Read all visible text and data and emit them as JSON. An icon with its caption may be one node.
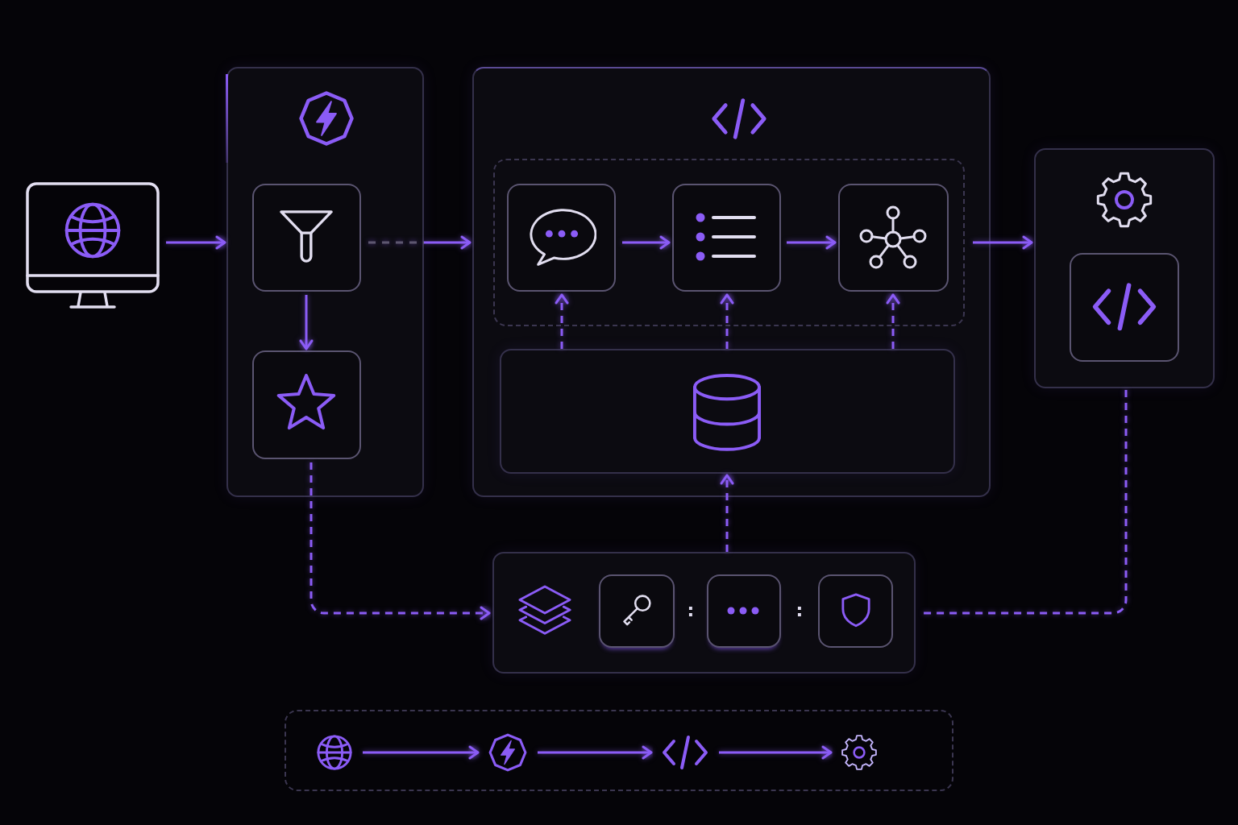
{
  "diagram": {
    "nodes": [
      {
        "text": [],
        "shape": "picture"
      },
      {
        "text": [],
        "shape": "box"
      },
      {
        "text": [],
        "shape": "box",
        "in": 1
      },
      {
        "text": [],
        "shape": "box",
        "in": 1
      },
      {
        "text": [],
        "shape": "box"
      },
      {
        "text": [],
        "shape": "box",
        "in": 4
      },
      {
        "text": [],
        "shape": "box",
        "in": 5
      },
      {
        "text": [],
        "shape": "box",
        "in": 5
      },
      {
        "text": [],
        "shape": "box",
        "in": 5
      },
      {
        "text": [],
        "shape": "box",
        "in": 4
      },
      {
        "text": [],
        "shape": "box"
      },
      {
        "text": [],
        "shape": "box",
        "in": 10
      },
      {
        "text": [],
        "shape": "box"
      },
      {
        "text": [],
        "shape": "box",
        "in": 12
      },
      {
        "text": [],
        "shape": "box",
        "in": 12
      },
      {
        "text": [],
        "shape": "box",
        "in": 12
      },
      {
        "text": [],
        "shape": "box"
      },
      {
        "text": [],
        "shape": "picture",
        "in": 16
      },
      {
        "text": [],
        "shape": "picture",
        "in": 16
      },
      {
        "text": [],
        "shape": "picture",
        "in": 16
      },
      {
        "text": [],
        "shape": "picture",
        "in": 16
      }
    ],
    "edges": [
      {
        "from": 0,
        "to": 1,
        "arrow": "to"
      },
      {
        "from": 2,
        "to": 4,
        "arrow": "to"
      },
      {
        "from": 2,
        "to": 3,
        "arrow": "to"
      },
      {
        "from": 6,
        "to": 7,
        "arrow": "to"
      },
      {
        "from": 7,
        "to": 8,
        "arrow": "to"
      },
      {
        "from": 5,
        "to": 10,
        "arrow": "to"
      },
      {
        "from": 9,
        "to": 6,
        "arrow": "to",
        "style": "dashed"
      },
      {
        "from": 9,
        "to": 7,
        "arrow": "to",
        "style": "dashed"
      },
      {
        "from": 9,
        "to": 8,
        "arrow": "to",
        "style": "dashed"
      },
      {
        "from": 12,
        "to": 9,
        "arrow": "to",
        "style": "dashed"
      },
      {
        "from": 3,
        "to": 12,
        "arrow": "to",
        "style": "dashed"
      },
      {
        "from": 10,
        "to": 12,
        "arrow": "none",
        "style": "dashed"
      },
      {
        "from": 17,
        "to": 18,
        "arrow": "to"
      },
      {
        "from": 18,
        "to": 19,
        "arrow": "to"
      },
      {
        "from": 19,
        "to": 20,
        "arrow": "to"
      }
    ],
    "labels": [
      ":",
      ":"
    ]
  }
}
